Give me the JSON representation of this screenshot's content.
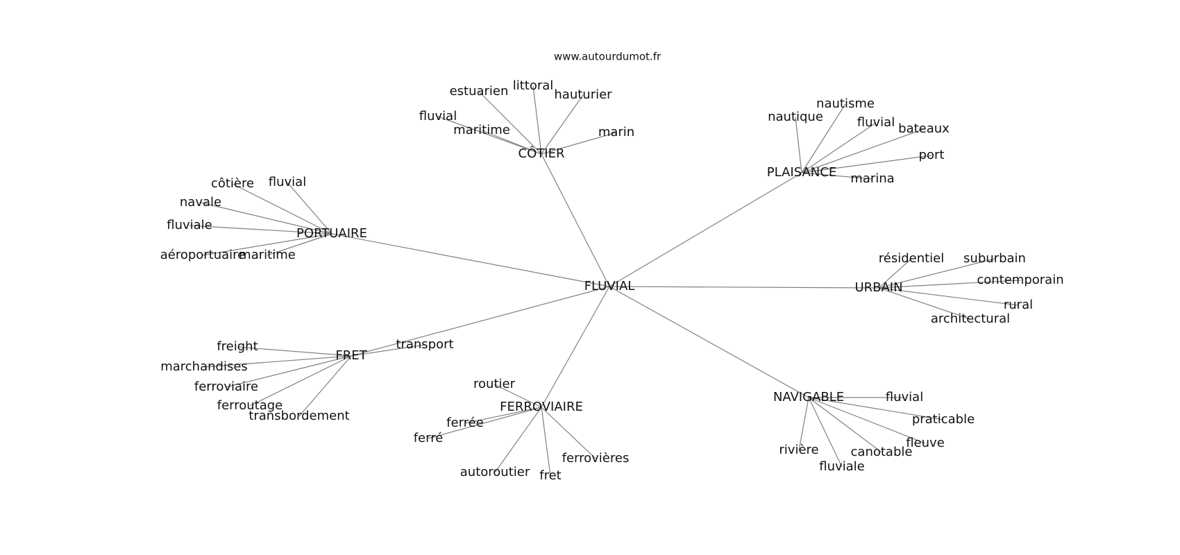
{
  "site": "www.autourdumot.fr",
  "center": {
    "id": "c",
    "label": "FLUVIAL"
  },
  "clusters": [
    {
      "id": "cotier",
      "label": "CÔTIER",
      "leaves": [
        {
          "id": "cotier-estuarien",
          "label": "estuarien"
        },
        {
          "id": "cotier-littoral",
          "label": "littoral"
        },
        {
          "id": "cotier-hauturier",
          "label": "hauturier"
        },
        {
          "id": "cotier-fluvial",
          "label": "fluvial"
        },
        {
          "id": "cotier-maritime",
          "label": "maritime"
        },
        {
          "id": "cotier-marin",
          "label": "marin"
        }
      ]
    },
    {
      "id": "plaisance",
      "label": "PLAISANCE",
      "leaves": [
        {
          "id": "plaisance-nautisme",
          "label": "nautisme"
        },
        {
          "id": "plaisance-nautique",
          "label": "nautique"
        },
        {
          "id": "plaisance-fluvial",
          "label": "fluvial"
        },
        {
          "id": "plaisance-bateaux",
          "label": "bateaux"
        },
        {
          "id": "plaisance-port",
          "label": "port"
        },
        {
          "id": "plaisance-marina",
          "label": "marina"
        }
      ]
    },
    {
      "id": "portuaire",
      "label": "PORTUAIRE",
      "leaves": [
        {
          "id": "portuaire-cotiere",
          "label": "côtière"
        },
        {
          "id": "portuaire-fluvial",
          "label": "fluvial"
        },
        {
          "id": "portuaire-navale",
          "label": "navale"
        },
        {
          "id": "portuaire-fluviale",
          "label": "fluviale"
        },
        {
          "id": "portuaire-aeroportuaire",
          "label": "aéroportuaire"
        },
        {
          "id": "portuaire-maritime",
          "label": "maritime"
        }
      ]
    },
    {
      "id": "urbain",
      "label": "URBAIN",
      "leaves": [
        {
          "id": "urbain-residentiel",
          "label": "résidentiel"
        },
        {
          "id": "urbain-suburbain",
          "label": "suburbain"
        },
        {
          "id": "urbain-contemporain",
          "label": "contemporain"
        },
        {
          "id": "urbain-rural",
          "label": "rural"
        },
        {
          "id": "urbain-architectural",
          "label": "architectural"
        }
      ]
    },
    {
      "id": "fret",
      "label": "FRET",
      "leaves": [
        {
          "id": "fret-transport",
          "label": "transport"
        },
        {
          "id": "fret-freight",
          "label": "freight"
        },
        {
          "id": "fret-marchandises",
          "label": "marchandises"
        },
        {
          "id": "fret-ferroviaire",
          "label": "ferroviaire"
        },
        {
          "id": "fret-ferroutage",
          "label": "ferroutage"
        },
        {
          "id": "fret-transbordement",
          "label": "transbordement"
        }
      ]
    },
    {
      "id": "ferroviaire",
      "label": "FERROVIAIRE",
      "leaves": [
        {
          "id": "ferroviaire-routier",
          "label": "routier"
        },
        {
          "id": "ferroviaire-ferree",
          "label": "ferrée"
        },
        {
          "id": "ferroviaire-ferre",
          "label": "ferré"
        },
        {
          "id": "ferroviaire-autoroutier",
          "label": "autoroutier"
        },
        {
          "id": "ferroviaire-fret",
          "label": "fret"
        },
        {
          "id": "ferroviaire-ferrovieres",
          "label": "ferrovières"
        }
      ]
    },
    {
      "id": "navigable",
      "label": "NAVIGABLE",
      "leaves": [
        {
          "id": "navigable-fluvial",
          "label": "fluvial"
        },
        {
          "id": "navigable-praticable",
          "label": "praticable"
        },
        {
          "id": "navigable-fleuve",
          "label": "fleuve"
        },
        {
          "id": "navigable-canotable",
          "label": "canotable"
        },
        {
          "id": "navigable-fluviale",
          "label": "fluviale"
        },
        {
          "id": "navigable-riviere",
          "label": "rivière"
        }
      ]
    }
  ]
}
